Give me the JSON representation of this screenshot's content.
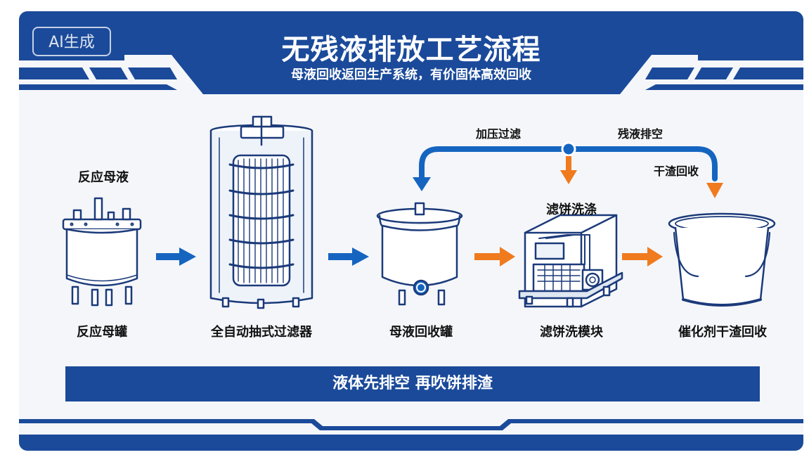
{
  "header": {
    "badge": "AI生成",
    "title": "无残液排放工艺流程",
    "subtitle": "母液回收返回生产系统，有价固体高效回收"
  },
  "equipment": [
    {
      "top_label": "反应母液",
      "label": "反应母罐",
      "icon": "reaction-tank-icon"
    },
    {
      "label": "全自动抽式过滤器",
      "icon": "auto-filter-icon"
    },
    {
      "label": "母液回收罐",
      "icon": "recovery-tank-icon"
    },
    {
      "top_label": "滤饼洗涤",
      "label": "滤饼洗模块",
      "icon": "cake-wash-module-icon"
    },
    {
      "label": "催化剂干渣回收",
      "icon": "bucket-icon"
    }
  ],
  "flows": {
    "pressure_filter": "加压过滤",
    "residual_drain": "残液排空",
    "dry_residue": "干渣回收"
  },
  "banner": "液体先排空 再吹饼排渣",
  "colors": {
    "brand_blue": "#1b4a9a",
    "arrow_blue": "#1565c0",
    "arrow_orange": "#f07a1e"
  }
}
